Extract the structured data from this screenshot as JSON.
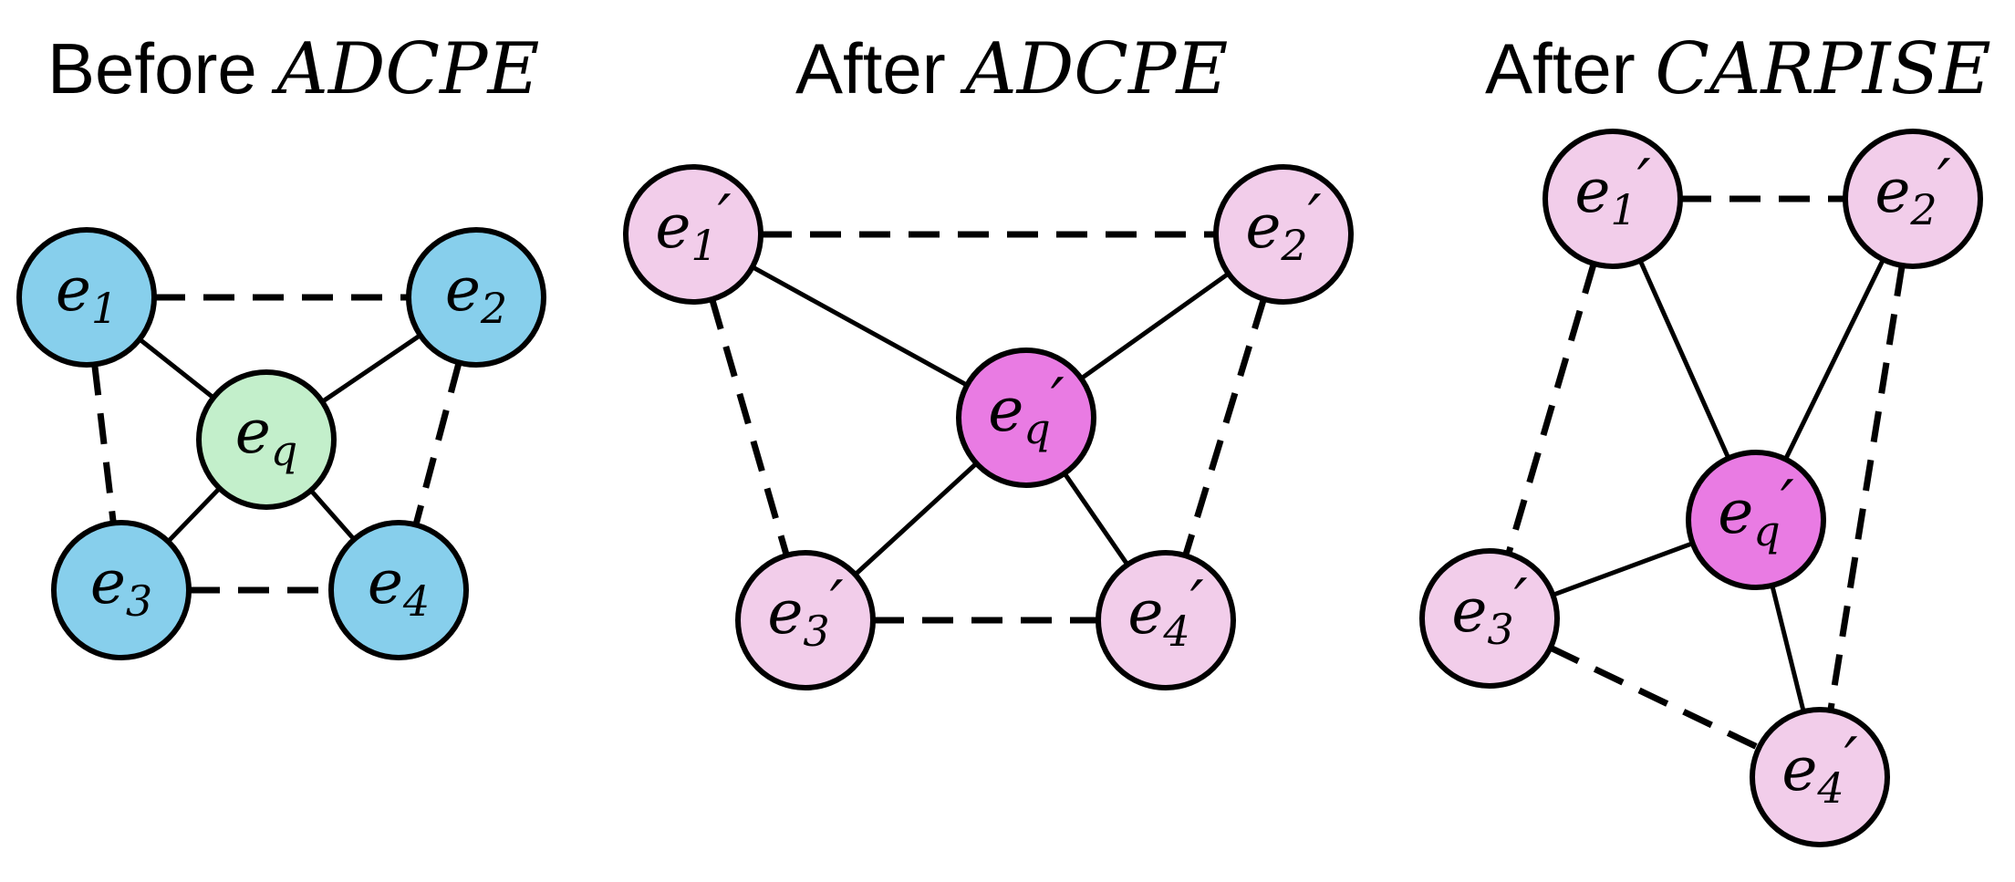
{
  "colors": {
    "before_entity": "#87cfec",
    "before_query": "#c3efcb",
    "after_entity": "#f2cdea",
    "after_query": "#e97be3",
    "edge": "#000000"
  },
  "panels": [
    {
      "id": "before-adcpe",
      "title_prefix": "Before ",
      "title_algo": "ADCPE",
      "nodes": [
        {
          "key": "e1",
          "base": "e",
          "sub": "1",
          "prime": "",
          "kind": "entity"
        },
        {
          "key": "e2",
          "base": "e",
          "sub": "2",
          "prime": "",
          "kind": "entity"
        },
        {
          "key": "eq",
          "base": "e",
          "sub": "q",
          "prime": "",
          "kind": "query"
        },
        {
          "key": "e3",
          "base": "e",
          "sub": "3",
          "prime": "",
          "kind": "entity"
        },
        {
          "key": "e4",
          "base": "e",
          "sub": "4",
          "prime": "",
          "kind": "entity"
        }
      ],
      "edges": [
        {
          "from": "e1",
          "to": "e2",
          "style": "dashed"
        },
        {
          "from": "e1",
          "to": "e3",
          "style": "dashed"
        },
        {
          "from": "e2",
          "to": "e4",
          "style": "dashed"
        },
        {
          "from": "e3",
          "to": "e4",
          "style": "dashed"
        },
        {
          "from": "e1",
          "to": "eq",
          "style": "solid"
        },
        {
          "from": "e2",
          "to": "eq",
          "style": "solid"
        },
        {
          "from": "e3",
          "to": "eq",
          "style": "solid"
        },
        {
          "from": "e4",
          "to": "eq",
          "style": "solid"
        }
      ]
    },
    {
      "id": "after-adcpe",
      "title_prefix": "After ",
      "title_algo": "ADCPE",
      "nodes": [
        {
          "key": "e1",
          "base": "e",
          "sub": "1",
          "prime": "′",
          "kind": "entity"
        },
        {
          "key": "e2",
          "base": "e",
          "sub": "2",
          "prime": "′",
          "kind": "entity"
        },
        {
          "key": "eq",
          "base": "e",
          "sub": "q",
          "prime": "′",
          "kind": "query"
        },
        {
          "key": "e3",
          "base": "e",
          "sub": "3",
          "prime": "′",
          "kind": "entity"
        },
        {
          "key": "e4",
          "base": "e",
          "sub": "4",
          "prime": "′",
          "kind": "entity"
        }
      ],
      "edges": [
        {
          "from": "e1",
          "to": "e2",
          "style": "dashed"
        },
        {
          "from": "e1",
          "to": "e3",
          "style": "dashed"
        },
        {
          "from": "e2",
          "to": "e4",
          "style": "dashed"
        },
        {
          "from": "e3",
          "to": "e4",
          "style": "dashed"
        },
        {
          "from": "e1",
          "to": "eq",
          "style": "solid"
        },
        {
          "from": "e2",
          "to": "eq",
          "style": "solid"
        },
        {
          "from": "e3",
          "to": "eq",
          "style": "solid"
        },
        {
          "from": "e4",
          "to": "eq",
          "style": "solid"
        }
      ]
    },
    {
      "id": "after-carpise",
      "title_prefix": "After ",
      "title_algo": "CARPISE",
      "nodes": [
        {
          "key": "e1",
          "base": "e",
          "sub": "1",
          "prime": "′",
          "kind": "entity"
        },
        {
          "key": "e2",
          "base": "e",
          "sub": "2",
          "prime": "′",
          "kind": "entity"
        },
        {
          "key": "eq",
          "base": "e",
          "sub": "q",
          "prime": "′",
          "kind": "query"
        },
        {
          "key": "e3",
          "base": "e",
          "sub": "3",
          "prime": "′",
          "kind": "entity"
        },
        {
          "key": "e4",
          "base": "e",
          "sub": "4",
          "prime": "′",
          "kind": "entity"
        }
      ],
      "edges": [
        {
          "from": "e1",
          "to": "e2",
          "style": "dashed"
        },
        {
          "from": "e1",
          "to": "e3",
          "style": "dashed"
        },
        {
          "from": "e2",
          "to": "e4",
          "style": "dashed"
        },
        {
          "from": "e3",
          "to": "e4",
          "style": "dashed"
        },
        {
          "from": "e1",
          "to": "eq",
          "style": "solid"
        },
        {
          "from": "e2",
          "to": "eq",
          "style": "solid"
        },
        {
          "from": "e3",
          "to": "eq",
          "style": "solid"
        },
        {
          "from": "e4",
          "to": "eq",
          "style": "solid"
        }
      ]
    }
  ]
}
